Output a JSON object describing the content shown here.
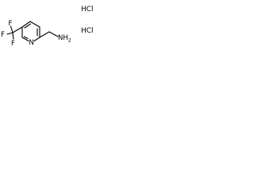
{
  "molecule": {
    "atoms": {
      "fluorine_top": "F",
      "fluorine_left": "F",
      "fluorine_bottom": "F",
      "nitrogen_ring": "N",
      "amine_group": "NH",
      "amine_subscript": "2"
    },
    "salts": {
      "hcl_top": "HCl",
      "hcl_bottom": "HCl"
    }
  },
  "colors": {
    "bond": "#000000",
    "label": "#000000",
    "background": "#ffffff"
  }
}
